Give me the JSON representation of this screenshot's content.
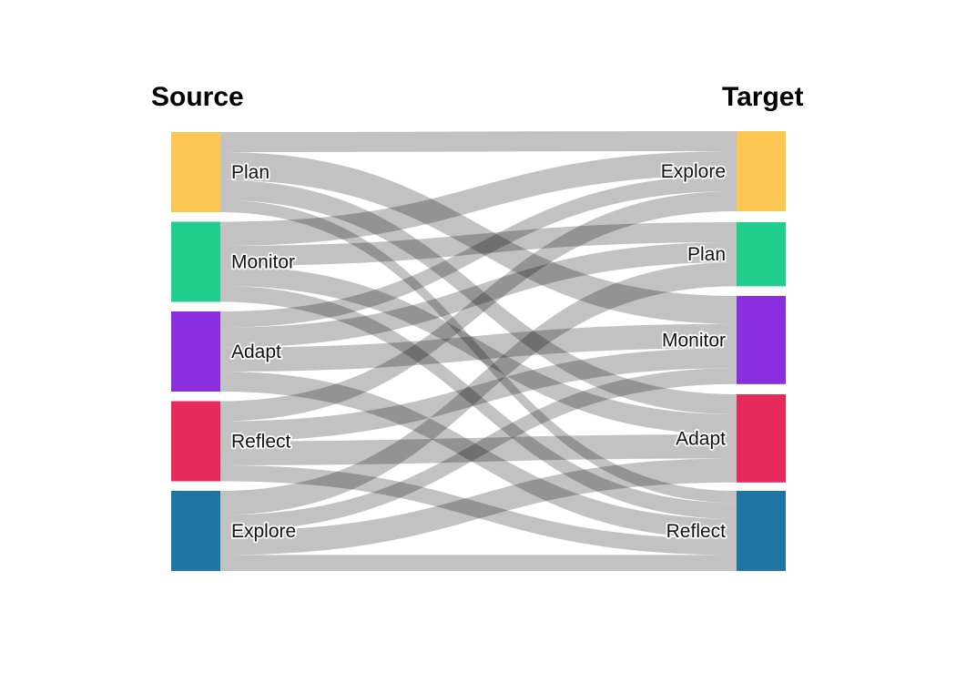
{
  "page": {
    "background": "#ffffff",
    "link_color": "rgba(0,0,0,0.24)",
    "label_color": "#111111"
  },
  "headers": {
    "source": "Source",
    "target": "Target"
  },
  "chart_data": {
    "type": "sankey",
    "title": "",
    "columns": [
      "Source",
      "Target"
    ],
    "source_nodes": [
      {
        "label": "Plan",
        "color": "#FCC653"
      },
      {
        "label": "Monitor",
        "color": "#22CE8D"
      },
      {
        "label": "Adapt",
        "color": "#8A2FE0"
      },
      {
        "label": "Reflect",
        "color": "#E72A5C"
      },
      {
        "label": "Explore",
        "color": "#1E74A3"
      }
    ],
    "target_nodes": [
      {
        "label": "Explore",
        "color": "#FCC653"
      },
      {
        "label": "Plan",
        "color": "#22CE8D"
      },
      {
        "label": "Monitor",
        "color": "#8A2FE0"
      },
      {
        "label": "Adapt",
        "color": "#E72A5C"
      },
      {
        "label": "Reflect",
        "color": "#1E74A3"
      }
    ],
    "links": [
      {
        "source": "Plan",
        "target": "Explore",
        "value": 5
      },
      {
        "source": "Plan",
        "target": "Monitor",
        "value": 7
      },
      {
        "source": "Plan",
        "target": "Adapt",
        "value": 5
      },
      {
        "source": "Plan",
        "target": "Reflect",
        "value": 3
      },
      {
        "source": "Monitor",
        "target": "Explore",
        "value": 6
      },
      {
        "source": "Monitor",
        "target": "Plan",
        "value": 5
      },
      {
        "source": "Monitor",
        "target": "Adapt",
        "value": 5
      },
      {
        "source": "Monitor",
        "target": "Reflect",
        "value": 4
      },
      {
        "source": "Adapt",
        "target": "Explore",
        "value": 4
      },
      {
        "source": "Adapt",
        "target": "Plan",
        "value": 5
      },
      {
        "source": "Adapt",
        "target": "Monitor",
        "value": 6
      },
      {
        "source": "Adapt",
        "target": "Reflect",
        "value": 5
      },
      {
        "source": "Reflect",
        "target": "Explore",
        "value": 5
      },
      {
        "source": "Reflect",
        "target": "Monitor",
        "value": 5
      },
      {
        "source": "Reflect",
        "target": "Adapt",
        "value": 6
      },
      {
        "source": "Reflect",
        "target": "Reflect",
        "value": 4
      },
      {
        "source": "Explore",
        "target": "Plan",
        "value": 6
      },
      {
        "source": "Explore",
        "target": "Monitor",
        "value": 4
      },
      {
        "source": "Explore",
        "target": "Adapt",
        "value": 6
      },
      {
        "source": "Explore",
        "target": "Reflect",
        "value": 4
      }
    ]
  }
}
